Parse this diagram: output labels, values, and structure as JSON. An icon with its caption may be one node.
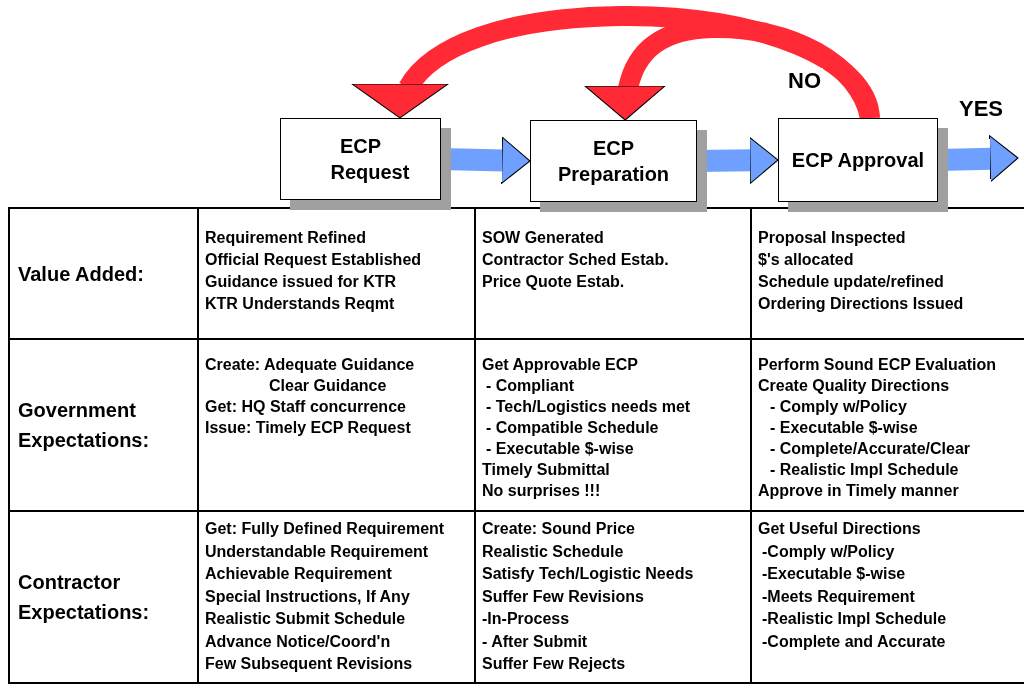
{
  "diagram": {
    "nodes": [
      {
        "text": [
          "ECP Request"
        ]
      },
      {
        "text": [
          "ECP Preparation"
        ]
      },
      {
        "text": [
          "ECP Approval"
        ]
      }
    ],
    "edges": [
      {
        "from": 0,
        "to": 1,
        "arrow": "to"
      },
      {
        "from": 1,
        "to": 2,
        "arrow": "to"
      },
      {
        "from": 2,
        "to": null,
        "arrow": "to",
        "label": "YES"
      },
      {
        "from": 2,
        "to": 0,
        "arrow": "to",
        "color": "#ff2a35"
      },
      {
        "from": 2,
        "to": 1,
        "arrow": "to",
        "color": "#ff2a35",
        "label": "NO"
      }
    ],
    "labels": [
      "Value Added:",
      "Requirement Refined",
      "Official Request Established",
      "Guidance issued for KTR",
      "KTR Understands Reqmt",
      "SOW Generated",
      "Contractor Sched Estab.",
      "Price Quote Estab.",
      "Proposal Inspected",
      "$'s allocated",
      "Schedule update/refined",
      "Ordering Directions Issued",
      "Government Expectations:",
      "Create: Adequate Guidance",
      "Clear Guidance",
      "Get:  HQ Staff concurrence",
      "Issue: Timely ECP Request",
      "Get Approvable ECP",
      "- Compliant",
      "- Tech/Logistics needs met",
      "- Compatible Schedule",
      "- Executable $-wise",
      "Timely Submittal",
      "No surprises !!!",
      "Perform Sound ECP Evaluation",
      "Create Quality Directions",
      "- Comply w/Policy",
      "- Executable $-wise",
      "- Complete/Accurate/Clear",
      "- Realistic Impl Schedule",
      "Approve in Timely manner",
      "Contractor Expectations:",
      "Get: Fully Defined Requirement",
      "Understandable Requirement",
      "Achievable Requirement",
      "Special Instructions, If Any",
      "Realistic Submit Schedule",
      "Advance Notice/Coord'n",
      "Few Subsequent Revisions",
      "Create: Sound Price",
      "Realistic Schedule",
      "Satisfy Tech/Logistic Needs",
      "Suffer Few Revisions",
      "-In-Process",
      "- After Submit",
      "Suffer Few Rejects",
      "Get Useful Directions",
      "-Comply w/Policy",
      "-Executable $-wise",
      "-Meets Requirement",
      "-Realistic Impl Schedule",
      "-Complete and Accurate"
    ]
  }
}
